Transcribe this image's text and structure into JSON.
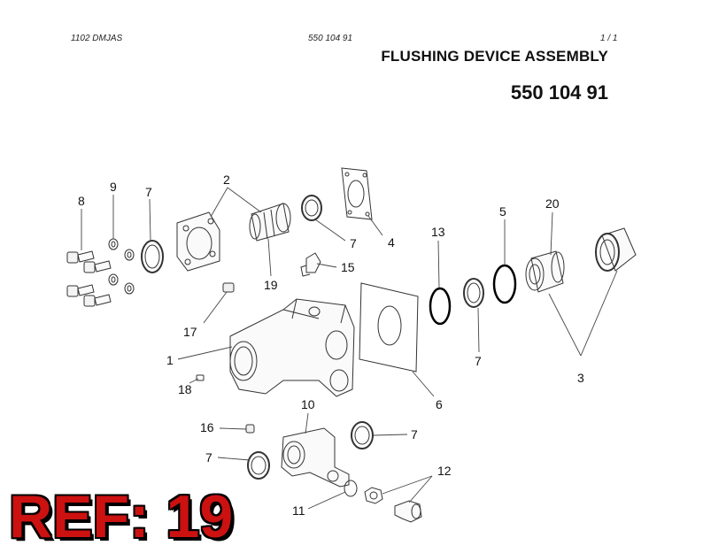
{
  "header": {
    "doc_code": "1102 DMJAS",
    "part_number_small": "550 104 91",
    "page": "1 /   1"
  },
  "title": "FLUSHING DEVICE ASSEMBLY",
  "part_number": "550 104 91",
  "ref_label": "REF: 19",
  "callouts": {
    "c1": "1",
    "c2": "2",
    "c3": "3",
    "c4": "4",
    "c5": "5",
    "c6": "6",
    "c7a": "7",
    "c7b": "7",
    "c7c": "7",
    "c7d": "7",
    "c7e": "7",
    "c8": "8",
    "c9": "9",
    "c10": "10",
    "c11": "11",
    "c12": "12",
    "c13": "13",
    "c15": "15",
    "c16": "16",
    "c17": "17",
    "c18": "18",
    "c19": "19",
    "c20": "20"
  }
}
